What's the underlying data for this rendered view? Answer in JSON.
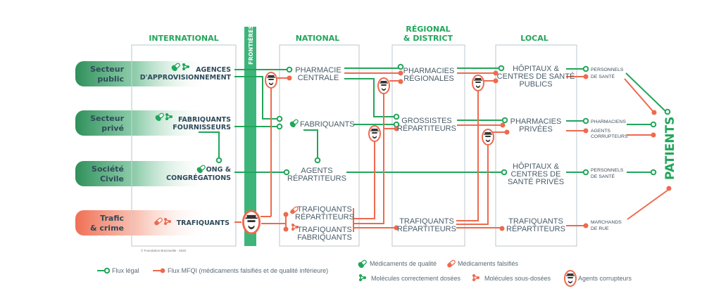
{
  "title": "Flux de médicaments - légal et MFQI",
  "colors": {
    "legal": "#22a55a",
    "illegal": "#ee6a4e",
    "text": "#2e4a5a",
    "box": "#c6d0d6"
  },
  "columns": {
    "international": "INTERNATIONAL",
    "frontieres": "FRONTIÈRES",
    "national": "NATIONAL",
    "regional_1": "RÉGIONAL",
    "regional_2": "& DISTRICT",
    "local": "LOCAL"
  },
  "sectors": [
    {
      "line1": "Secteur",
      "line2": "public"
    },
    {
      "line1": "Secteur",
      "line2": "privé"
    },
    {
      "line1": "Société",
      "line2": "Civile"
    },
    {
      "line1": "Trafic",
      "line2": "& crime"
    }
  ],
  "international": {
    "agences": [
      "AGENCES",
      "D'APPROVISIONNEMENT"
    ],
    "fabriquants": [
      "FABRIQUANTS",
      "FOURNISSEURS"
    ],
    "ong": [
      "ONG &",
      "CONGRÉGATIONS"
    ],
    "trafiquants": "TRAFIQUANTS"
  },
  "national": {
    "pharmacie": [
      "PHARMACIE",
      "CENTRALE"
    ],
    "fabriquants": "FABRIQUANTS",
    "agents": [
      "AGENTS",
      "RÉPARTITEURS"
    ],
    "traf_rep": [
      "TRAFIQUANTS",
      "RÉPARTITEURS"
    ],
    "traf_fab": [
      "TRAFIQUANTS",
      "FABRIQUANTS"
    ]
  },
  "regional": {
    "pharmacies": [
      "PHARMACIES",
      "RÉGIONALES"
    ],
    "grossistes": [
      "GROSSISTES",
      "RÉPARTITEURS"
    ],
    "traf_rep": [
      "TRAFIQUANTS",
      "RÉPARTITEURS"
    ]
  },
  "local": {
    "hopitaux_pub": [
      "HÔPITAUX &",
      "CENTRES DE SANTÉ",
      "PUBLICS"
    ],
    "pharmacies": [
      "PHARMACIES",
      "PRIVÉES"
    ],
    "hopitaux_priv": [
      "HÔPITAUX &",
      "CENTRES DE",
      "SANTÉ PRIVÉS"
    ],
    "traf_rep": [
      "TRAFIQUANTS",
      "RÉPARTITEURS"
    ]
  },
  "actors": {
    "personnels1": [
      "PERSONNELS",
      "DE SANTÉ"
    ],
    "pharmaciens": "PHARMACIENS",
    "agents_corr": [
      "AGENTS",
      "CORRUPTEURS"
    ],
    "personnels2": [
      "PERSONNELS",
      "DE SANTÉ"
    ],
    "marchands": [
      "MARCHANDS",
      "DE RUE"
    ]
  },
  "patients": "PATIENTS",
  "copyright": "© Foundation Brazzaville - 2020",
  "legend": {
    "flux_legal": "Flux légal",
    "flux_mfqi": "Flux MFQI (médicaments falsifiés et de qualité inférieure)",
    "med_qualite": "Médicaments de qualité",
    "med_falsifies": "Médicaments falsifiés",
    "mol_correct": "Molécules correctement dosées",
    "mol_sous": "Molécules sous-dosées",
    "agents_corr": "Agents corrupteurs"
  }
}
